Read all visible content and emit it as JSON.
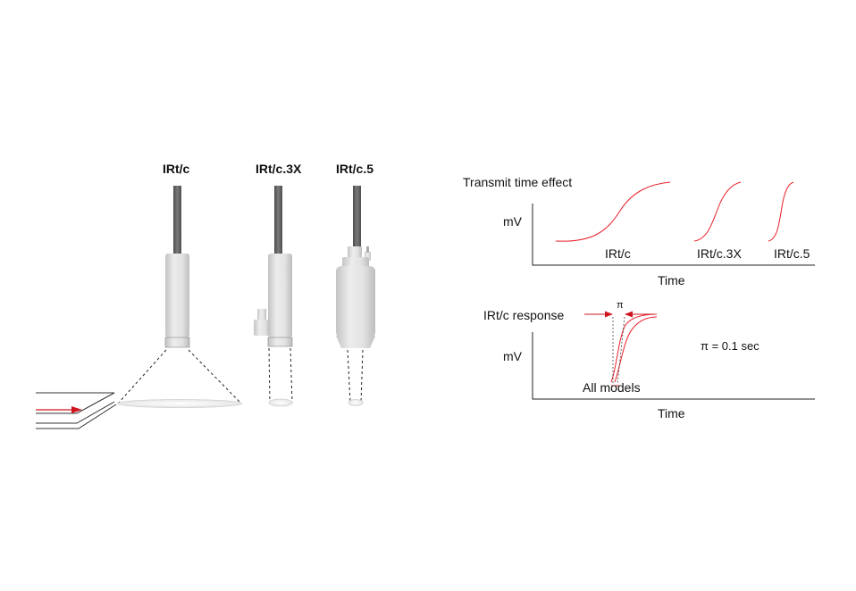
{
  "sensors": [
    {
      "label": "IRt/c"
    },
    {
      "label": "IRt/c.3X"
    },
    {
      "label": "IRt/c.5"
    }
  ],
  "transmit_chart": {
    "title": "Transmit time effect",
    "ylabel": "mV",
    "xlabel": "Time",
    "curve_labels": [
      "IRt/c",
      "IRt/c.3X",
      "IRt/c.5"
    ]
  },
  "response_chart": {
    "title": "IRt/c response",
    "ylabel": "mV",
    "xlabel": "Time",
    "tau_symbol": "π",
    "tau_value": "π = 0.1 sec",
    "models_label": "All models"
  },
  "colors": {
    "curve": "#e8202a",
    "arrow": "#d0141e",
    "rod": "#6b6b6b",
    "body": "#d9d9d9",
    "axis": "#222222"
  }
}
